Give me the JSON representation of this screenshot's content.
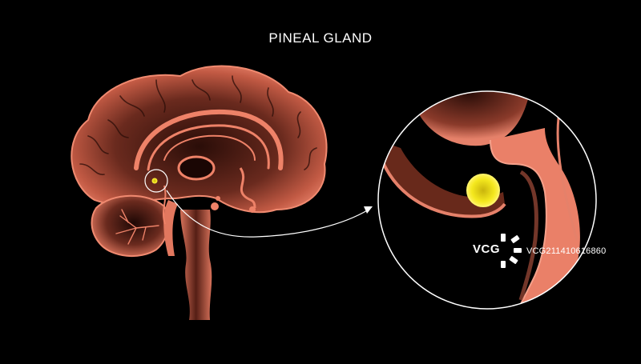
{
  "title": "PINEAL GLAND",
  "watermark": {
    "brand": "VCG",
    "id": "VCG211410616860"
  },
  "colors": {
    "background": "#000000",
    "brain_fill": "#e0705a",
    "brain_dark": "#3a1510",
    "gland": "#f2e41a",
    "line": "#ffffff"
  }
}
